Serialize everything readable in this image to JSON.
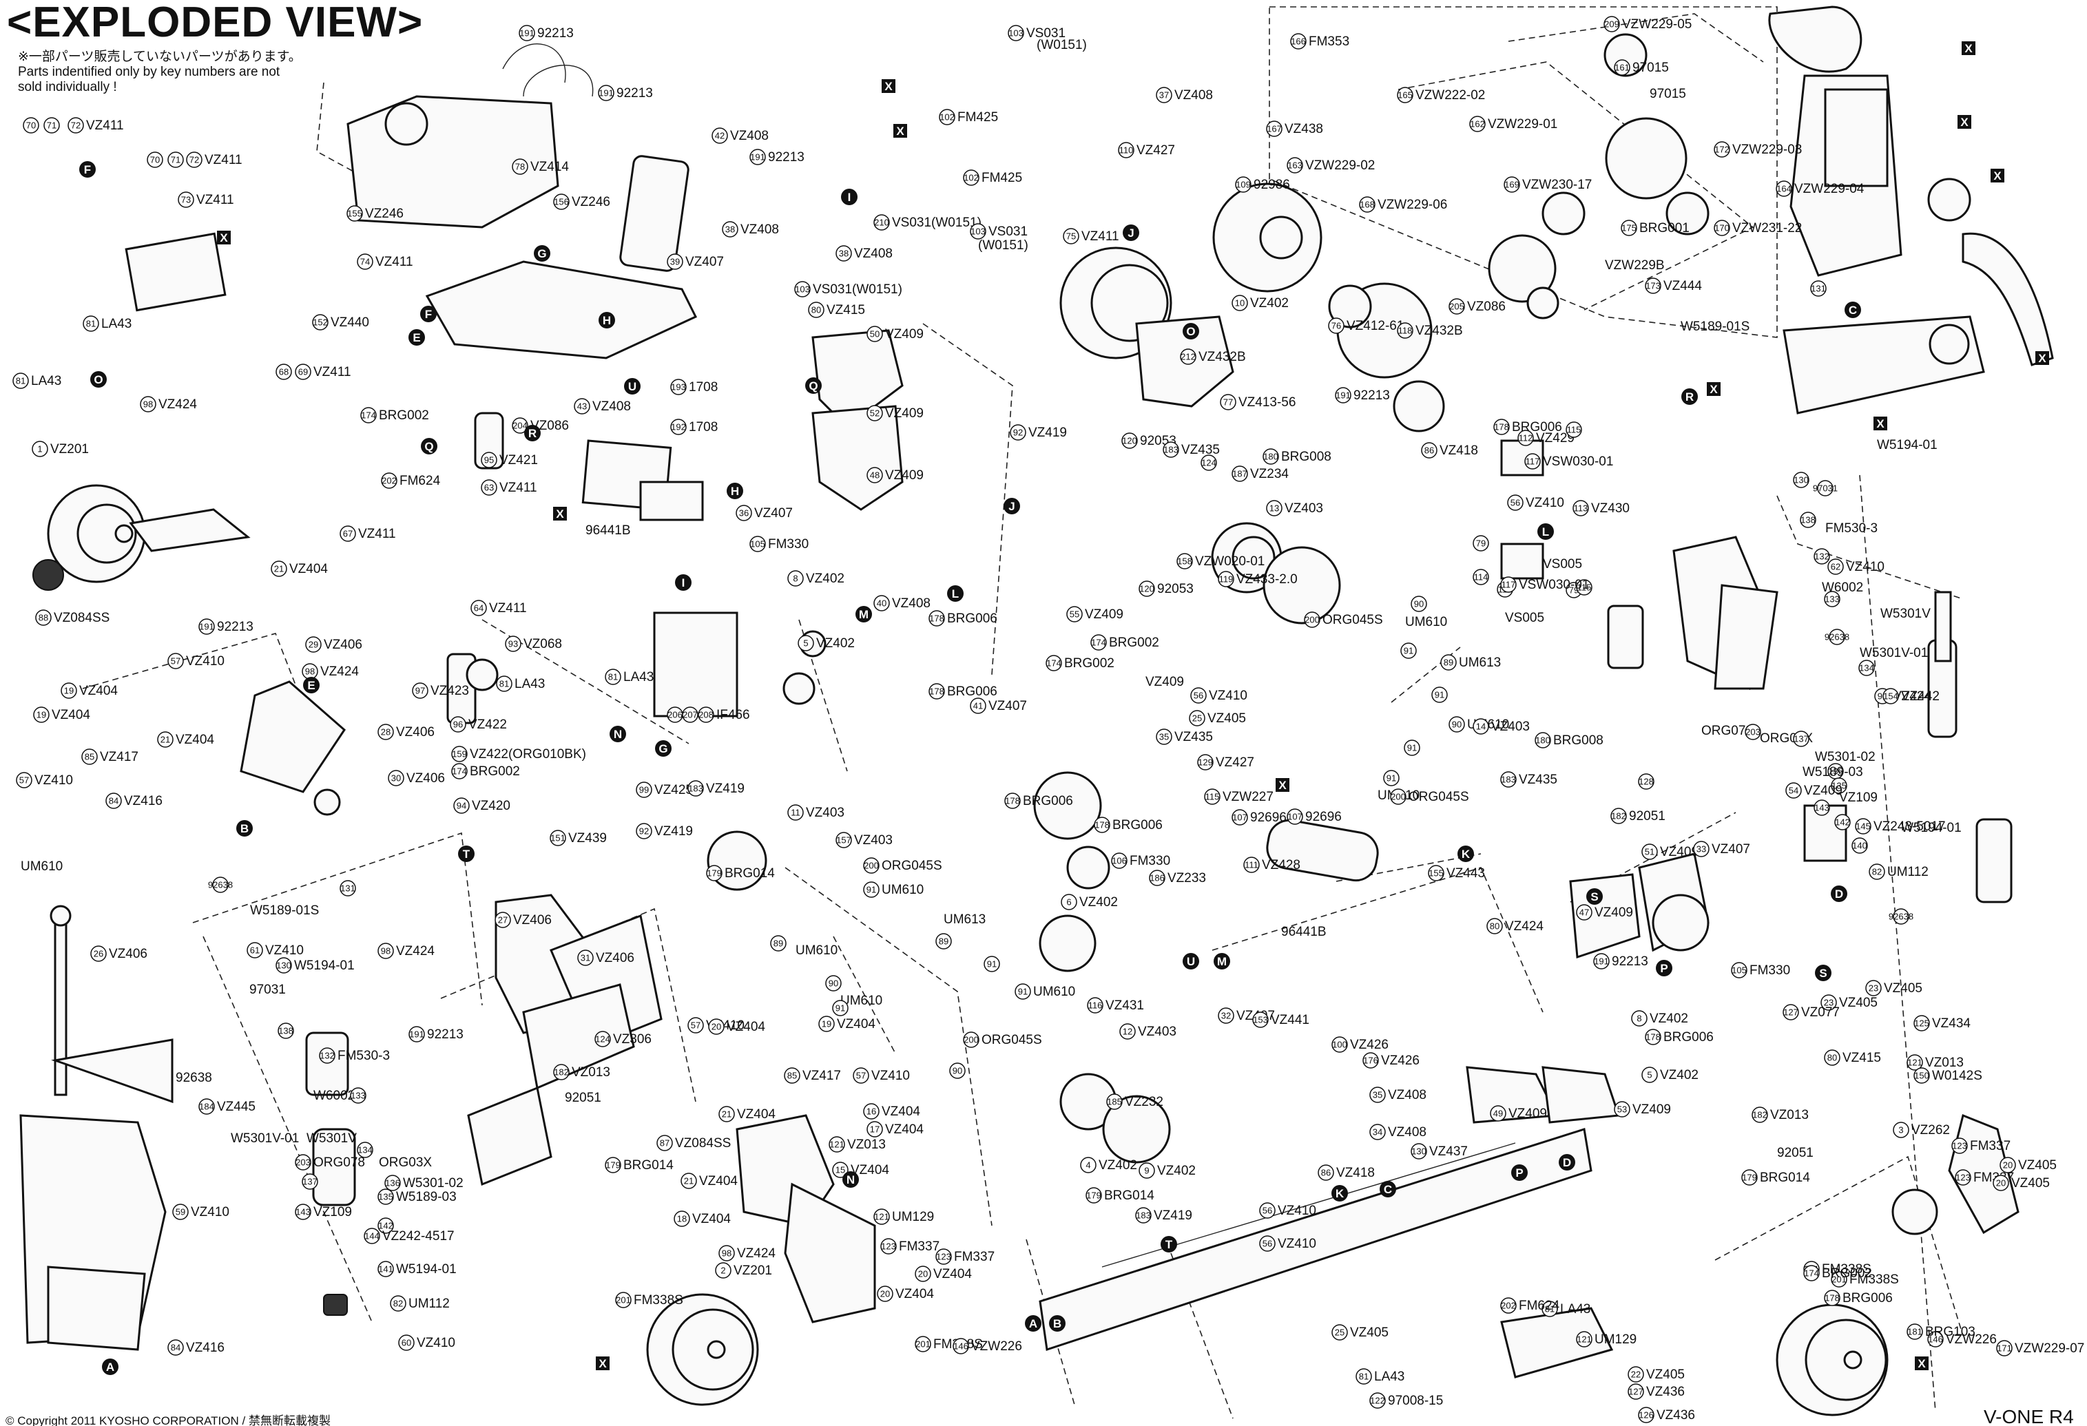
{
  "header": {
    "title": "<EXPLODED VIEW>",
    "note_line1": "※一部パーツ販売していないパーツがあります。",
    "note_line2": "Parts indentified only by key numbers are not",
    "note_line3": "sold individually !"
  },
  "footer": {
    "copyright": "© Copyright 2011 KYOSHO CORPORATION / 禁無断転載複製",
    "model": "V-ONE R4"
  },
  "callouts": [
    {
      "num": "191",
      "code": "92213"
    },
    {
      "num": "191",
      "code": "92213"
    },
    {
      "num": "103",
      "code": "VS031"
    },
    {
      "num": "",
      "code": "(W0151)"
    },
    {
      "num": "37",
      "code": "VZ408"
    },
    {
      "num": "102",
      "code": "FM425"
    },
    {
      "num": "110",
      "code": "VZ427"
    },
    {
      "num": "42",
      "code": "VZ408"
    },
    {
      "num": "191",
      "code": "92213"
    },
    {
      "num": "38",
      "code": "VZ408"
    },
    {
      "num": "38",
      "code": "VZ408"
    },
    {
      "num": "210",
      "code": "VS031(W0151)"
    },
    {
      "num": "102",
      "code": "FM425"
    },
    {
      "num": "103",
      "code": "VS031"
    },
    {
      "num": "",
      "code": "(W0151)"
    },
    {
      "num": "75",
      "code": "VZ411"
    },
    {
      "num": "103",
      "code": "VS031(W0151)"
    },
    {
      "num": "78",
      "code": "VZ414"
    },
    {
      "num": "155",
      "code": "VZ246"
    },
    {
      "num": "156",
      "code": "VZ246"
    },
    {
      "num": "39",
      "code": "VZ407"
    },
    {
      "num": "70",
      "code": ""
    },
    {
      "num": "71",
      "code": ""
    },
    {
      "num": "72",
      "code": "VZ411"
    },
    {
      "num": "70",
      "code": ""
    },
    {
      "num": "71",
      "code": ""
    },
    {
      "num": "72",
      "code": "VZ411"
    },
    {
      "num": "73",
      "code": "VZ411"
    },
    {
      "num": "74",
      "code": "VZ411"
    },
    {
      "num": "152",
      "code": "VZ440"
    },
    {
      "num": "81",
      "code": "LA43"
    },
    {
      "num": "81",
      "code": "LA43"
    },
    {
      "num": "98",
      "code": "VZ424"
    },
    {
      "num": "68",
      "code": ""
    },
    {
      "num": "69",
      "code": "VZ411"
    },
    {
      "num": "174",
      "code": "BRG002"
    },
    {
      "num": "43",
      "code": "VZ408"
    },
    {
      "num": "204",
      "code": "VZ086"
    },
    {
      "num": "193",
      "code": "1708"
    },
    {
      "num": "192",
      "code": "1708"
    },
    {
      "num": "80",
      "code": "VZ415"
    },
    {
      "num": "50",
      "code": "VZ409"
    },
    {
      "num": "52",
      "code": "VZ409"
    },
    {
      "num": "48",
      "code": "VZ409"
    },
    {
      "num": "36",
      "code": "VZ407"
    },
    {
      "num": "95",
      "code": "VZ421"
    },
    {
      "num": "202",
      "code": "FM624"
    },
    {
      "num": "63",
      "code": "VZ411"
    },
    {
      "num": "96441B",
      "code": ""
    },
    {
      "num": "1",
      "code": "VZ201"
    },
    {
      "num": "67",
      "code": "VZ411"
    },
    {
      "num": "21",
      "code": "VZ404"
    },
    {
      "num": "88",
      "code": "VZ084SS"
    },
    {
      "num": "191",
      "code": "92213"
    },
    {
      "num": "64",
      "code": "VZ411"
    },
    {
      "num": "29",
      "code": "VZ406"
    },
    {
      "num": "98",
      "code": "VZ424"
    },
    {
      "num": "93",
      "code": "VZ068"
    },
    {
      "num": "97",
      "code": "VZ423"
    },
    {
      "num": "81",
      "code": "LA43"
    },
    {
      "num": "81",
      "code": "LA43"
    },
    {
      "num": "57",
      "code": "VZ410"
    },
    {
      "num": "19",
      "code": "VZ404"
    },
    {
      "num": "19",
      "code": "VZ404"
    },
    {
      "num": "21",
      "code": "VZ404"
    },
    {
      "num": "85",
      "code": "VZ417"
    },
    {
      "num": "28",
      "code": "VZ406"
    },
    {
      "num": "30",
      "code": "VZ406"
    },
    {
      "num": "57",
      "code": "VZ410"
    },
    {
      "num": "84",
      "code": "VZ416"
    },
    {
      "num": "96",
      "code": "VZ422"
    },
    {
      "num": "159",
      "code": "VZ422(ORG010BK)"
    },
    {
      "num": "174",
      "code": "BRG002"
    },
    {
      "num": "94",
      "code": "VZ420"
    },
    {
      "num": "206",
      "code": ""
    },
    {
      "num": "207",
      "code": ""
    },
    {
      "num": "208",
      "code": "IF466"
    },
    {
      "num": "105",
      "code": "FM330"
    },
    {
      "num": "8",
      "code": "VZ402"
    },
    {
      "num": "5",
      "code": "VZ402"
    },
    {
      "num": "40",
      "code": "VZ408"
    },
    {
      "num": "178",
      "code": "BRG006"
    },
    {
      "num": "178",
      "code": "BRG006"
    },
    {
      "num": "41",
      "code": "VZ407"
    },
    {
      "num": "178",
      "code": "BRG006"
    },
    {
      "num": "99",
      "code": "VZ425"
    },
    {
      "num": "183",
      "code": "VZ419"
    },
    {
      "num": "92",
      "code": "VZ419"
    },
    {
      "num": "179",
      "code": "BRG014"
    },
    {
      "num": "11",
      "code": "VZ403"
    },
    {
      "num": "157",
      "code": "VZ403"
    },
    {
      "num": "200",
      "code": "ORG045S"
    },
    {
      "num": "91",
      "code": "UM610"
    },
    {
      "num": "",
      "code": "UM613"
    },
    {
      "num": "89",
      "code": ""
    },
    {
      "num": "89",
      "code": ""
    },
    {
      "num": "",
      "code": "UM610"
    },
    {
      "num": "90",
      "code": ""
    },
    {
      "num": "",
      "code": "UM610"
    },
    {
      "num": "91",
      "code": ""
    },
    {
      "num": "91",
      "code": ""
    },
    {
      "num": "91",
      "code": "UM610"
    },
    {
      "num": "200",
      "code": "ORG045S"
    },
    {
      "num": "90",
      "code": ""
    },
    {
      "num": "",
      "code": "UM610"
    },
    {
      "num": "92638",
      "code": ""
    },
    {
      "num": "W5189-01S",
      "code": ""
    },
    {
      "num": "131",
      "code": ""
    },
    {
      "num": "98",
      "code": "VZ424"
    },
    {
      "num": "151",
      "code": "VZ439"
    },
    {
      "num": "27",
      "code": "VZ406"
    },
    {
      "num": "31",
      "code": "VZ406"
    },
    {
      "num": "26",
      "code": "VZ406"
    },
    {
      "num": "61",
      "code": "VZ410"
    },
    {
      "num": "130",
      "code": "W5194-01"
    },
    {
      "num": "",
      "code": "97031"
    },
    {
      "num": "138",
      "code": ""
    },
    {
      "num": "132",
      "code": "FM530-3"
    },
    {
      "num": "",
      "code": "W6002"
    },
    {
      "num": "133",
      "code": ""
    },
    {
      "num": "",
      "code": "W5301V-01"
    },
    {
      "num": "W5301V",
      "code": ""
    },
    {
      "num": "134",
      "code": ""
    },
    {
      "num": "203",
      "code": "ORG078"
    },
    {
      "num": "",
      "code": "ORG03X"
    },
    {
      "num": "137",
      "code": ""
    },
    {
      "num": "136",
      "code": "W5301-02"
    },
    {
      "num": "135",
      "code": "W5189-03"
    },
    {
      "num": "143",
      "code": "VZ109"
    },
    {
      "num": "142",
      "code": ""
    },
    {
      "num": "144",
      "code": "VZ242-4517"
    },
    {
      "num": "141",
      "code": "W5194-01"
    },
    {
      "num": "82",
      "code": "UM112"
    },
    {
      "num": "60",
      "code": "VZ410"
    },
    {
      "num": "",
      "code": "92638"
    },
    {
      "num": "184",
      "code": "VZ445"
    },
    {
      "num": "59",
      "code": "VZ410"
    },
    {
      "num": "84",
      "code": "VZ416"
    },
    {
      "num": "191",
      "code": "92213"
    },
    {
      "num": "124",
      "code": "VZ306"
    },
    {
      "num": "182",
      "code": "VZ013"
    },
    {
      "num": "",
      "code": "92051"
    },
    {
      "num": "87",
      "code": "VZ084SS"
    },
    {
      "num": "179",
      "code": "BRG014"
    },
    {
      "num": "57",
      "code": "VZ410"
    },
    {
      "num": "20",
      "code": "VZ404"
    },
    {
      "num": "19",
      "code": "VZ404"
    },
    {
      "num": "85",
      "code": "VZ417"
    },
    {
      "num": "57",
      "code": "VZ410"
    },
    {
      "num": "16",
      "code": "VZ404"
    },
    {
      "num": "21",
      "code": "VZ404"
    },
    {
      "num": "121",
      "code": "VZ013"
    },
    {
      "num": "15",
      "code": "VZ404"
    },
    {
      "num": "17",
      "code": "VZ404"
    },
    {
      "num": "21",
      "code": "VZ404"
    },
    {
      "num": "18",
      "code": "VZ404"
    },
    {
      "num": "121",
      "code": "UM129"
    },
    {
      "num": "98",
      "code": "VZ424"
    },
    {
      "num": "2",
      "code": "VZ201"
    },
    {
      "num": "123",
      "code": "FM337"
    },
    {
      "num": "20",
      "code": "VZ404"
    },
    {
      "num": "123",
      "code": "FM337"
    },
    {
      "num": "20",
      "code": "VZ404"
    },
    {
      "num": "201",
      "code": "FM338S"
    },
    {
      "num": "201",
      "code": "FM338S"
    },
    {
      "num": "146",
      "code": "VZW226"
    },
    {
      "num": "178",
      "code": "BRG006"
    },
    {
      "num": "106",
      "code": "FM330"
    },
    {
      "num": "186",
      "code": "VZ233"
    },
    {
      "num": "6",
      "code": "VZ402"
    },
    {
      "num": "116",
      "code": "VZ431"
    },
    {
      "num": "12",
      "code": "VZ403"
    },
    {
      "num": "185",
      "code": "VZ232"
    },
    {
      "num": "4",
      "code": "VZ402"
    },
    {
      "num": "9",
      "code": "VZ402"
    },
    {
      "num": "179",
      "code": "BRG014"
    },
    {
      "num": "183",
      "code": "VZ419"
    },
    {
      "num": "92",
      "code": "VZ419"
    },
    {
      "num": "120",
      "code": "92053"
    },
    {
      "num": "183",
      "code": "VZ435"
    },
    {
      "num": "124",
      "code": ""
    },
    {
      "num": "180",
      "code": "BRG008"
    },
    {
      "num": "187",
      "code": "VZ234"
    },
    {
      "num": "13",
      "code": "VZ403"
    },
    {
      "num": "158",
      "code": "VZW020-01"
    },
    {
      "num": "119",
      "code": "VZ433-2.0"
    },
    {
      "num": "120",
      "code": "92053"
    },
    {
      "num": "55",
      "code": "VZ409"
    },
    {
      "num": "174",
      "code": "BRG002"
    },
    {
      "num": "174",
      "code": "BRG002"
    },
    {
      "num": "",
      "code": "VZ409"
    },
    {
      "num": "56",
      "code": "VZ410"
    },
    {
      "num": "25",
      "code": "VZ405"
    },
    {
      "num": "35",
      "code": "VZ435"
    },
    {
      "num": "129",
      "code": "VZ427"
    },
    {
      "num": "115",
      "code": "VZW227"
    },
    {
      "num": "107",
      "code": "92696"
    },
    {
      "num": "107",
      "code": "92696"
    },
    {
      "num": "109",
      "code": "92986"
    },
    {
      "num": "10",
      "code": "VZ402"
    },
    {
      "num": "76",
      "code": "VZ412-61"
    },
    {
      "num": "118",
      "code": "VZ432B"
    },
    {
      "num": "212",
      "code": "VZ432B"
    },
    {
      "num": "77",
      "code": "VZ413-56"
    },
    {
      "num": "191",
      "code": "92213"
    },
    {
      "num": "86",
      "code": "VZ418"
    },
    {
      "num": "56",
      "code": "VZ410"
    },
    {
      "num": "113",
      "code": "VZ430"
    },
    {
      "num": "178",
      "code": "BRG006"
    },
    {
      "num": "112",
      "code": "VZ429"
    },
    {
      "num": "117",
      "code": "VSW030-01"
    },
    {
      "num": "115",
      "code": ""
    },
    {
      "num": "79",
      "code": ""
    },
    {
      "num": "114",
      "code": ""
    },
    {
      "num": "",
      "code": "VS005"
    },
    {
      "num": "114",
      "code": ""
    },
    {
      "num": "79",
      "code": ""
    },
    {
      "num": "",
      "code": "VS005"
    },
    {
      "num": "115",
      "code": ""
    },
    {
      "num": "117",
      "code": "VSW030-01"
    },
    {
      "num": "200",
      "code": "ORG045S"
    },
    {
      "num": "90",
      "code": ""
    },
    {
      "num": "",
      "code": "UM610"
    },
    {
      "num": "91",
      "code": ""
    },
    {
      "num": "89",
      "code": "UM613"
    },
    {
      "num": "91",
      "code": ""
    },
    {
      "num": "90",
      "code": "UM610"
    },
    {
      "num": "91",
      "code": ""
    },
    {
      "num": "91",
      "code": ""
    },
    {
      "num": "",
      "code": "UM610"
    },
    {
      "num": "200",
      "code": "ORG045S"
    },
    {
      "num": "14",
      "code": "VZ403"
    },
    {
      "num": "180",
      "code": "BRG008"
    },
    {
      "num": "183",
      "code": "VZ435"
    },
    {
      "num": "128",
      "code": ""
    },
    {
      "num": "182",
      "code": "92051"
    },
    {
      "num": "111",
      "code": "VZ428"
    },
    {
      "num": "96441B",
      "code": ""
    },
    {
      "num": "155",
      "code": "VZ443"
    },
    {
      "num": "80",
      "code": "VZ424"
    },
    {
      "num": "51",
      "code": "VZ409"
    },
    {
      "num": "33",
      "code": "VZ407"
    },
    {
      "num": "32",
      "code": "VZ407"
    },
    {
      "num": "153",
      "code": "VZ441"
    },
    {
      "num": "100",
      "code": "VZ426"
    },
    {
      "num": "176",
      "code": "VZ426"
    },
    {
      "num": "35",
      "code": "VZ408"
    },
    {
      "num": "34",
      "code": "VZ408"
    },
    {
      "num": "130",
      "code": "VZ437"
    },
    {
      "num": "86",
      "code": "VZ418"
    },
    {
      "num": "56",
      "code": "VZ410"
    },
    {
      "num": "56",
      "code": "VZ410"
    },
    {
      "num": "25",
      "code": "VZ405"
    },
    {
      "num": "81",
      "code": "LA43"
    },
    {
      "num": "122",
      "code": "97008-15"
    },
    {
      "num": "81",
      "code": "LA43"
    },
    {
      "num": "202",
      "code": "FM624"
    },
    {
      "num": "121",
      "code": "UM129"
    },
    {
      "num": "22",
      "code": "VZ405"
    },
    {
      "num": "127",
      "code": "VZ436"
    },
    {
      "num": "126",
      "code": "VZ436"
    },
    {
      "num": "49",
      "code": "VZ409"
    },
    {
      "num": "53",
      "code": "VZ409"
    },
    {
      "num": "47",
      "code": "VZ409"
    },
    {
      "num": "191",
      "code": "92213"
    },
    {
      "num": "105",
      "code": "FM330"
    },
    {
      "num": "178",
      "code": "BRG006"
    },
    {
      "num": "8",
      "code": "VZ402"
    },
    {
      "num": "5",
      "code": "VZ402"
    },
    {
      "num": "182",
      "code": "VZ013"
    },
    {
      "num": "",
      "code": "92051"
    },
    {
      "num": "179",
      "code": "BRG014"
    },
    {
      "num": "23",
      "code": "VZ405"
    },
    {
      "num": "23",
      "code": "VZ405"
    },
    {
      "num": "127",
      "code": "VZ077"
    },
    {
      "num": "125",
      "code": "VZ434"
    },
    {
      "num": "80",
      "code": "VZ415"
    },
    {
      "num": "121",
      "code": "VZ013"
    },
    {
      "num": "150",
      "code": "W0142S"
    },
    {
      "num": "3",
      "code": "VZ262"
    },
    {
      "num": "123",
      "code": "FM337"
    },
    {
      "num": "20",
      "code": "VZ405"
    },
    {
      "num": "123",
      "code": "FM337"
    },
    {
      "num": "20",
      "code": "VZ405"
    },
    {
      "num": "201",
      "code": "FM338S"
    },
    {
      "num": "201",
      "code": "FM338S"
    },
    {
      "num": "178",
      "code": "BRG006"
    },
    {
      "num": "146",
      "code": "VZW226"
    },
    {
      "num": "171",
      "code": "VZW229-07"
    },
    {
      "num": "181",
      "code": "BRG103"
    },
    {
      "num": "174",
      "code": "BRG002"
    },
    {
      "num": "166",
      "code": "FM353"
    },
    {
      "num": "167",
      "code": "VZ438"
    },
    {
      "num": "163",
      "code": "VZW229-02"
    },
    {
      "num": "165",
      "code": "VZW222-02"
    },
    {
      "num": "162",
      "code": "VZW229-01"
    },
    {
      "num": "209",
      "code": "VZW229-05"
    },
    {
      "num": "161",
      "code": "97015"
    },
    {
      "num": "",
      "code": "97015"
    },
    {
      "num": "169",
      "code": "VZW230-17"
    },
    {
      "num": "172",
      "code": "VZW229-03"
    },
    {
      "num": "164",
      "code": "VZW229-04"
    },
    {
      "num": "168",
      "code": "VZW229-06"
    },
    {
      "num": "175",
      "code": "BRG001"
    },
    {
      "num": "170",
      "code": "VZW231-22"
    },
    {
      "num": "",
      "code": "VZW229B"
    },
    {
      "num": "173",
      "code": "VZ444"
    },
    {
      "num": "205",
      "code": "VZ086"
    },
    {
      "num": "W5189-01S",
      "code": ""
    },
    {
      "num": "131",
      "code": ""
    },
    {
      "num": "W5194-01",
      "code": ""
    },
    {
      "num": "130",
      "code": ""
    },
    {
      "num": "97031",
      "code": ""
    },
    {
      "num": "138",
      "code": ""
    },
    {
      "num": "FM530-3",
      "code": ""
    },
    {
      "num": "132",
      "code": ""
    },
    {
      "num": "62",
      "code": "VZ410"
    },
    {
      "num": "W6002",
      "code": ""
    },
    {
      "num": "133",
      "code": ""
    },
    {
      "num": "",
      "code": "W5301V"
    },
    {
      "num": "92638",
      "code": ""
    },
    {
      "num": "W5301V-01",
      "code": ""
    },
    {
      "num": "134",
      "code": ""
    },
    {
      "num": "98",
      "code": "VZ424"
    },
    {
      "num": "154",
      "code": "VZ442"
    },
    {
      "num": "ORG078",
      "code": ""
    },
    {
      "num": "203",
      "code": ""
    },
    {
      "num": "ORG03X",
      "code": ""
    },
    {
      "num": "137",
      "code": ""
    },
    {
      "num": "W5301-02",
      "code": ""
    },
    {
      "num": "136",
      "code": ""
    },
    {
      "num": "W5189-03",
      "code": ""
    },
    {
      "num": "135",
      "code": ""
    },
    {
      "num": "54",
      "code": "VZ409"
    },
    {
      "num": "",
      "code": "VZ109"
    },
    {
      "num": "143",
      "code": ""
    },
    {
      "num": "142",
      "code": ""
    },
    {
      "num": "145",
      "code": "VZ243-5017"
    },
    {
      "num": "W5194-01",
      "code": ""
    },
    {
      "num": "140",
      "code": ""
    },
    {
      "num": "82",
      "code": "UM112"
    },
    {
      "num": "92638",
      "code": ""
    }
  ],
  "markers": [
    "A",
    "B",
    "C",
    "D",
    "E",
    "F",
    "G",
    "H",
    "I",
    "J",
    "K",
    "L",
    "M",
    "N",
    "O",
    "P",
    "Q",
    "R",
    "S",
    "T",
    "U",
    "X"
  ]
}
